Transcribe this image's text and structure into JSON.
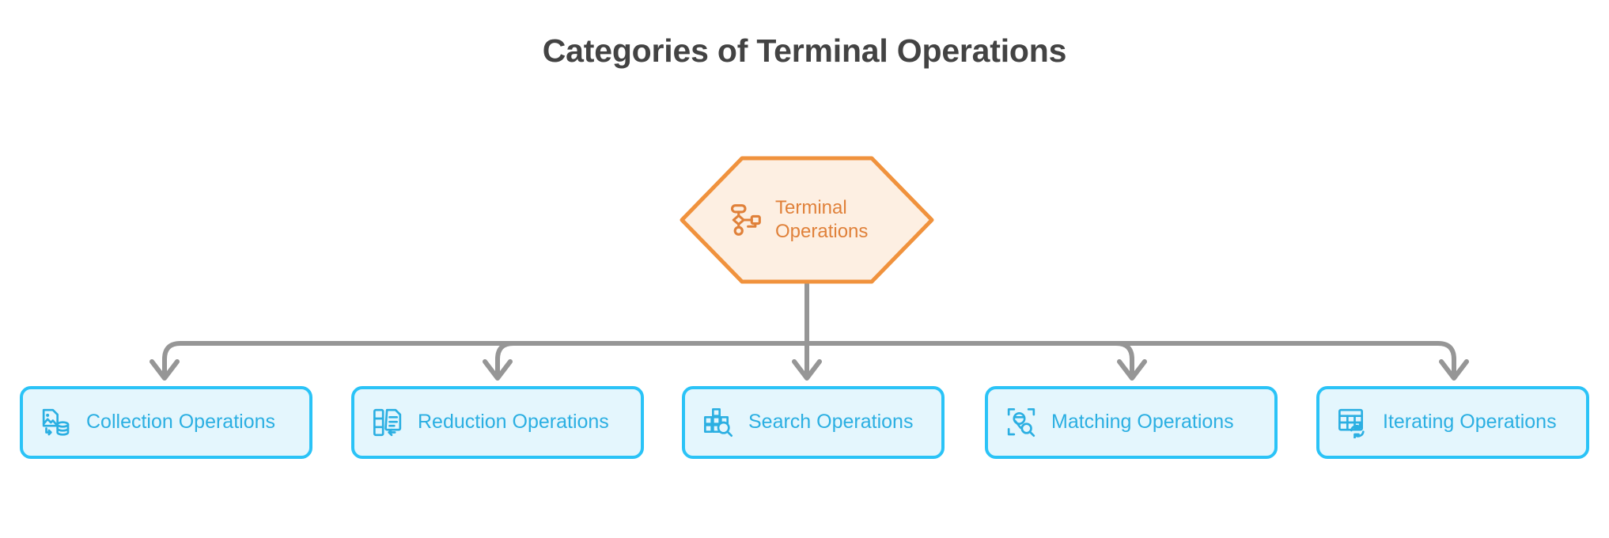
{
  "page": {
    "title": "Categories of Terminal Operations",
    "background_color": "#ffffff",
    "title_color": "#434343"
  },
  "theme": {
    "root_border": "#F0923D",
    "root_fill": "#FDEFE2",
    "root_text": "#E0813A",
    "leaf_border": "#2AC3F7",
    "leaf_fill": "#E4F6FD",
    "leaf_text": "#2BAFE2",
    "connector": "#969696"
  },
  "diagram": {
    "type": "tree",
    "orientation": "top-down",
    "root": {
      "label": "Terminal\nOperations",
      "shape": "hexagon",
      "icon": "workflow-icon"
    },
    "children": [
      {
        "label": "Collection Operations",
        "icon": "image-database-icon",
        "shape": "rounded-rect"
      },
      {
        "label": "Reduction Operations",
        "icon": "document-list-return-icon",
        "shape": "rounded-rect"
      },
      {
        "label": "Search Operations",
        "icon": "grid-magnifier-icon",
        "shape": "rounded-rect"
      },
      {
        "label": "Matching Operations",
        "icon": "scan-magnifier-icon",
        "shape": "rounded-rect"
      },
      {
        "label": "Iterating Operations",
        "icon": "table-refresh-icon",
        "shape": "rounded-rect"
      }
    ]
  }
}
